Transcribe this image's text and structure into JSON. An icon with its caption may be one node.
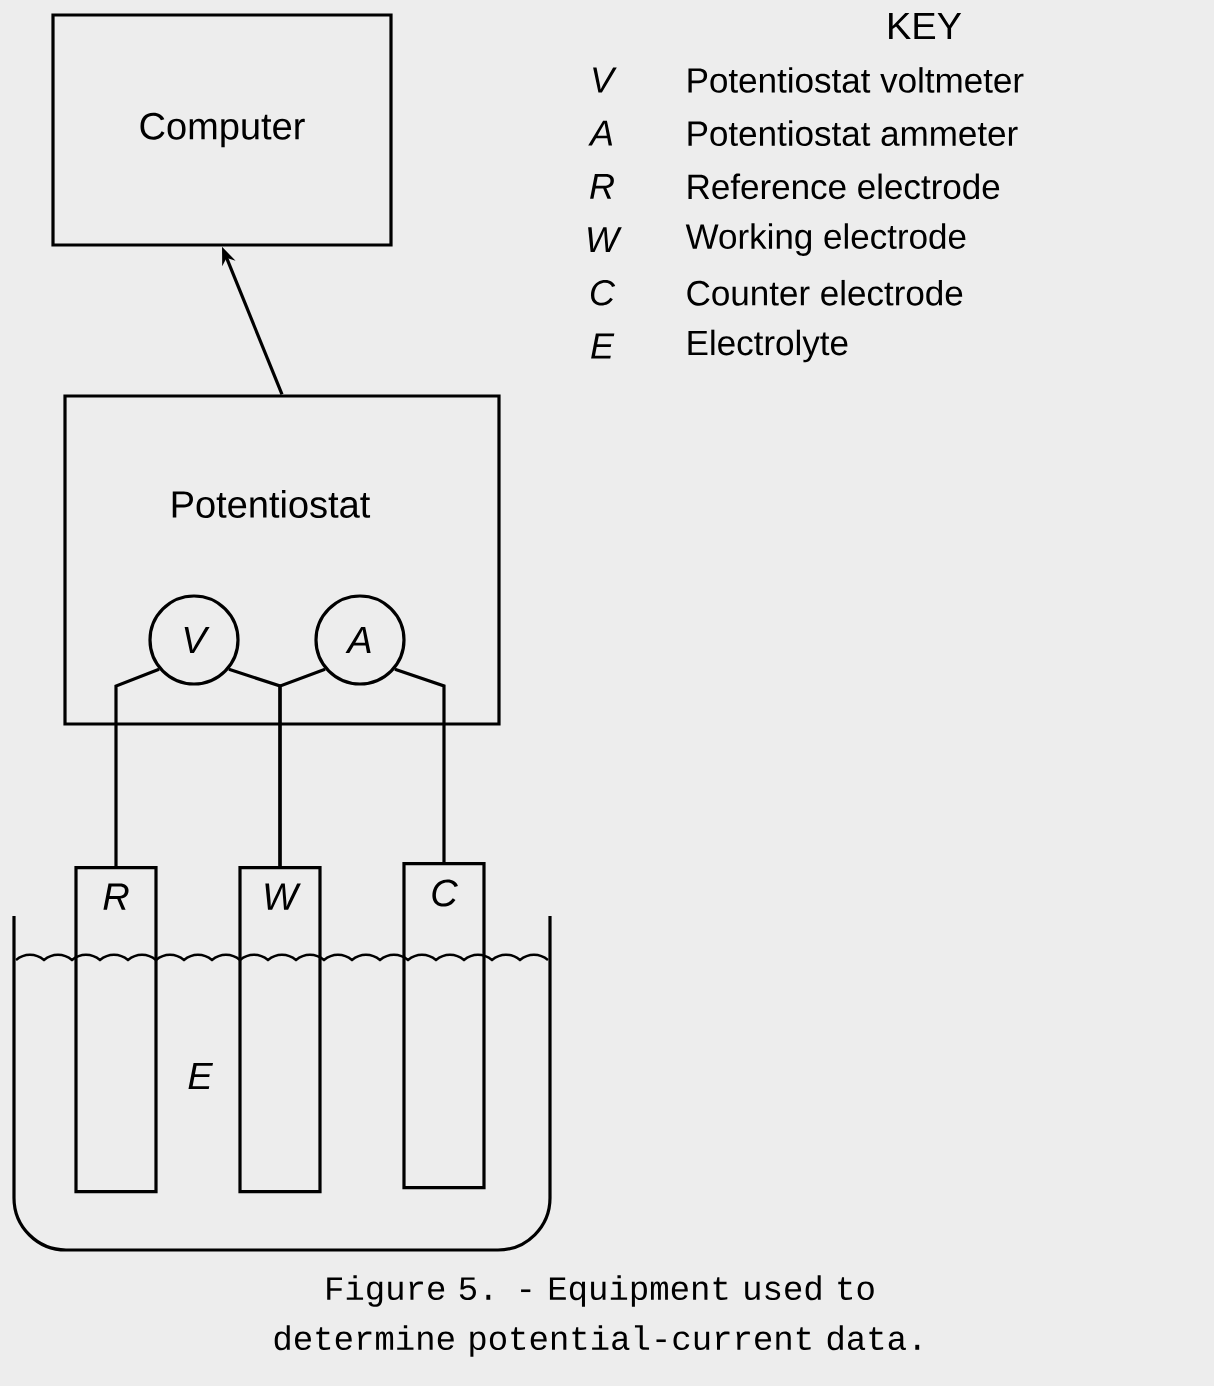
{
  "diagram": {
    "caption": "Figure 5. - Equipment used to determine potential-current data.",
    "nodes": [
      {
        "text": [
          "Computer"
        ]
      },
      {
        "text": [
          "Potentiostat"
        ]
      },
      {
        "text": [
          "V"
        ],
        "in": 1
      },
      {
        "text": [
          "A"
        ],
        "in": 1
      },
      {
        "text": [
          "R"
        ]
      },
      {
        "text": [
          "W"
        ]
      },
      {
        "text": [
          "C"
        ]
      },
      {
        "text": [
          "E"
        ]
      }
    ],
    "edges": [
      {
        "from": 1,
        "to": 0,
        "arrow": "to"
      },
      {
        "from": 2,
        "to": 4,
        "arrow": "none"
      },
      {
        "from": 2,
        "to": 5,
        "arrow": "none"
      },
      {
        "from": 3,
        "to": 5,
        "arrow": "none"
      },
      {
        "from": 3,
        "to": 6,
        "arrow": "none"
      }
    ],
    "labels": [
      "KEY",
      "V",
      "Potentiostat voltmeter",
      "A",
      "Potentiostat ammeter",
      "R",
      "Reference electrode",
      "W",
      "Working electrode",
      "C",
      "Counter electrode",
      "E",
      "Electrolyte"
    ]
  }
}
